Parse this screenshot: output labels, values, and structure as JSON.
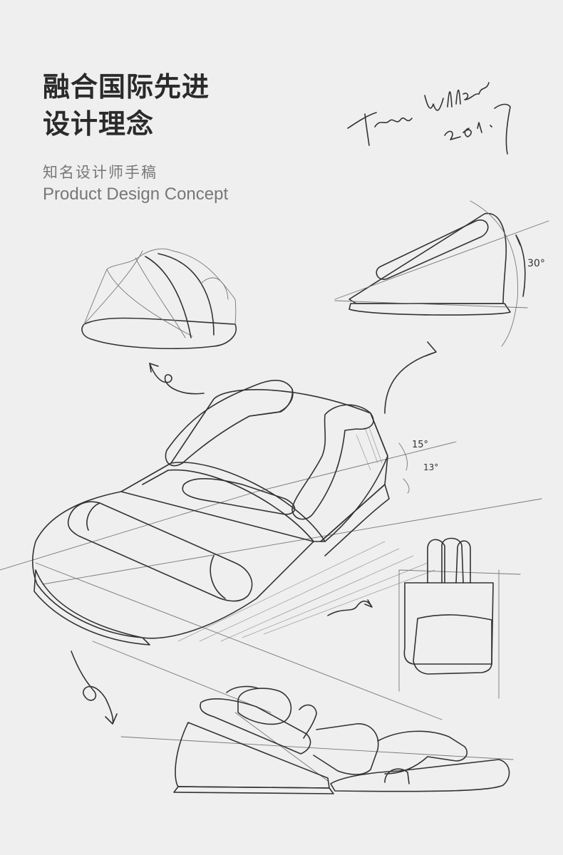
{
  "header": {
    "title_line1": "融合国际先进",
    "title_line2": "设计理念",
    "subtitle_cn": "知名设计师手稿",
    "subtitle_en": "Product Design Concept"
  },
  "annotations": {
    "angle_30": "30°",
    "angle_15": "15°",
    "angle_13": "13°"
  },
  "icons": [
    "canopy-sketch",
    "wedge-sketch",
    "pillow-sketch",
    "bag-sketch",
    "baby-sketch",
    "signature"
  ],
  "colors": {
    "background": "#efefef",
    "title": "#2a2a2a",
    "subtitle": "#777777",
    "ink": "#333333"
  }
}
